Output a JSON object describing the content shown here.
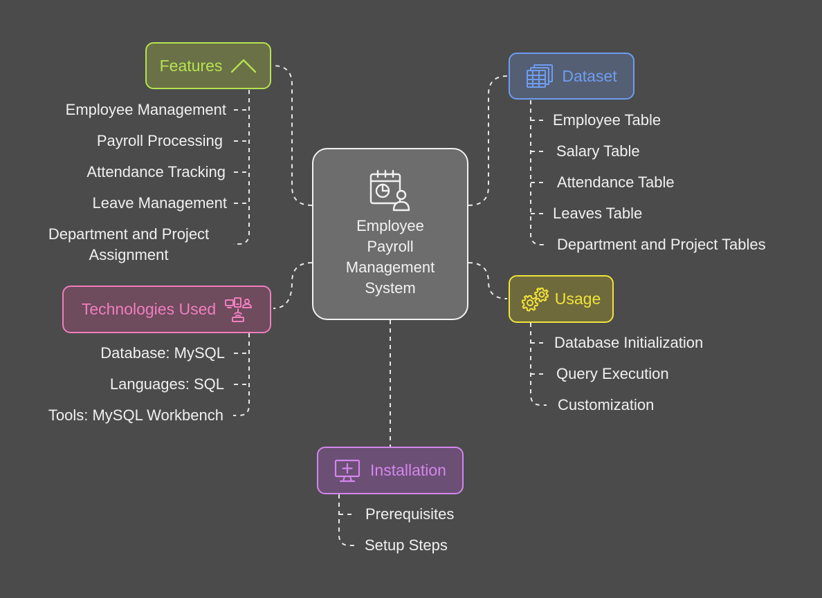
{
  "center": {
    "title": "Employee Payroll Management System"
  },
  "features": {
    "label": "Features",
    "items": [
      "Employee Management",
      "Payroll Processing",
      "Attendance Tracking",
      "Leave Management",
      "Department and Project Assignment"
    ]
  },
  "technologies": {
    "label": "Technologies Used",
    "items": [
      "Database: MySQL",
      "Languages: SQL",
      "Tools: MySQL Workbench"
    ]
  },
  "dataset": {
    "label": "Dataset",
    "items": [
      "Employee Table",
      "Salary Table",
      "Attendance Table",
      "Leaves Table",
      "Department and Project Tables"
    ]
  },
  "usage": {
    "label": "Usage",
    "items": [
      "Database Initialization",
      "Query Execution",
      "Customization"
    ]
  },
  "installation": {
    "label": "Installation",
    "items": [
      "Prerequisites",
      "Setup Steps"
    ]
  },
  "colors": {
    "background": "#4b4b4b",
    "center": "#6d6d6d",
    "features": "#b5e352",
    "technologies": "#ef7fbe",
    "dataset": "#6f9df2",
    "usage": "#f2e33a",
    "installation": "#d486ee",
    "text": "#f0f0f0"
  },
  "icons": {
    "center": "calendar-chart-person-icon",
    "features": "chevron-up-icon",
    "technologies": "devices-network-icon",
    "dataset": "table-stack-icon",
    "usage": "gears-icon",
    "installation": "monitor-plus-icon"
  }
}
